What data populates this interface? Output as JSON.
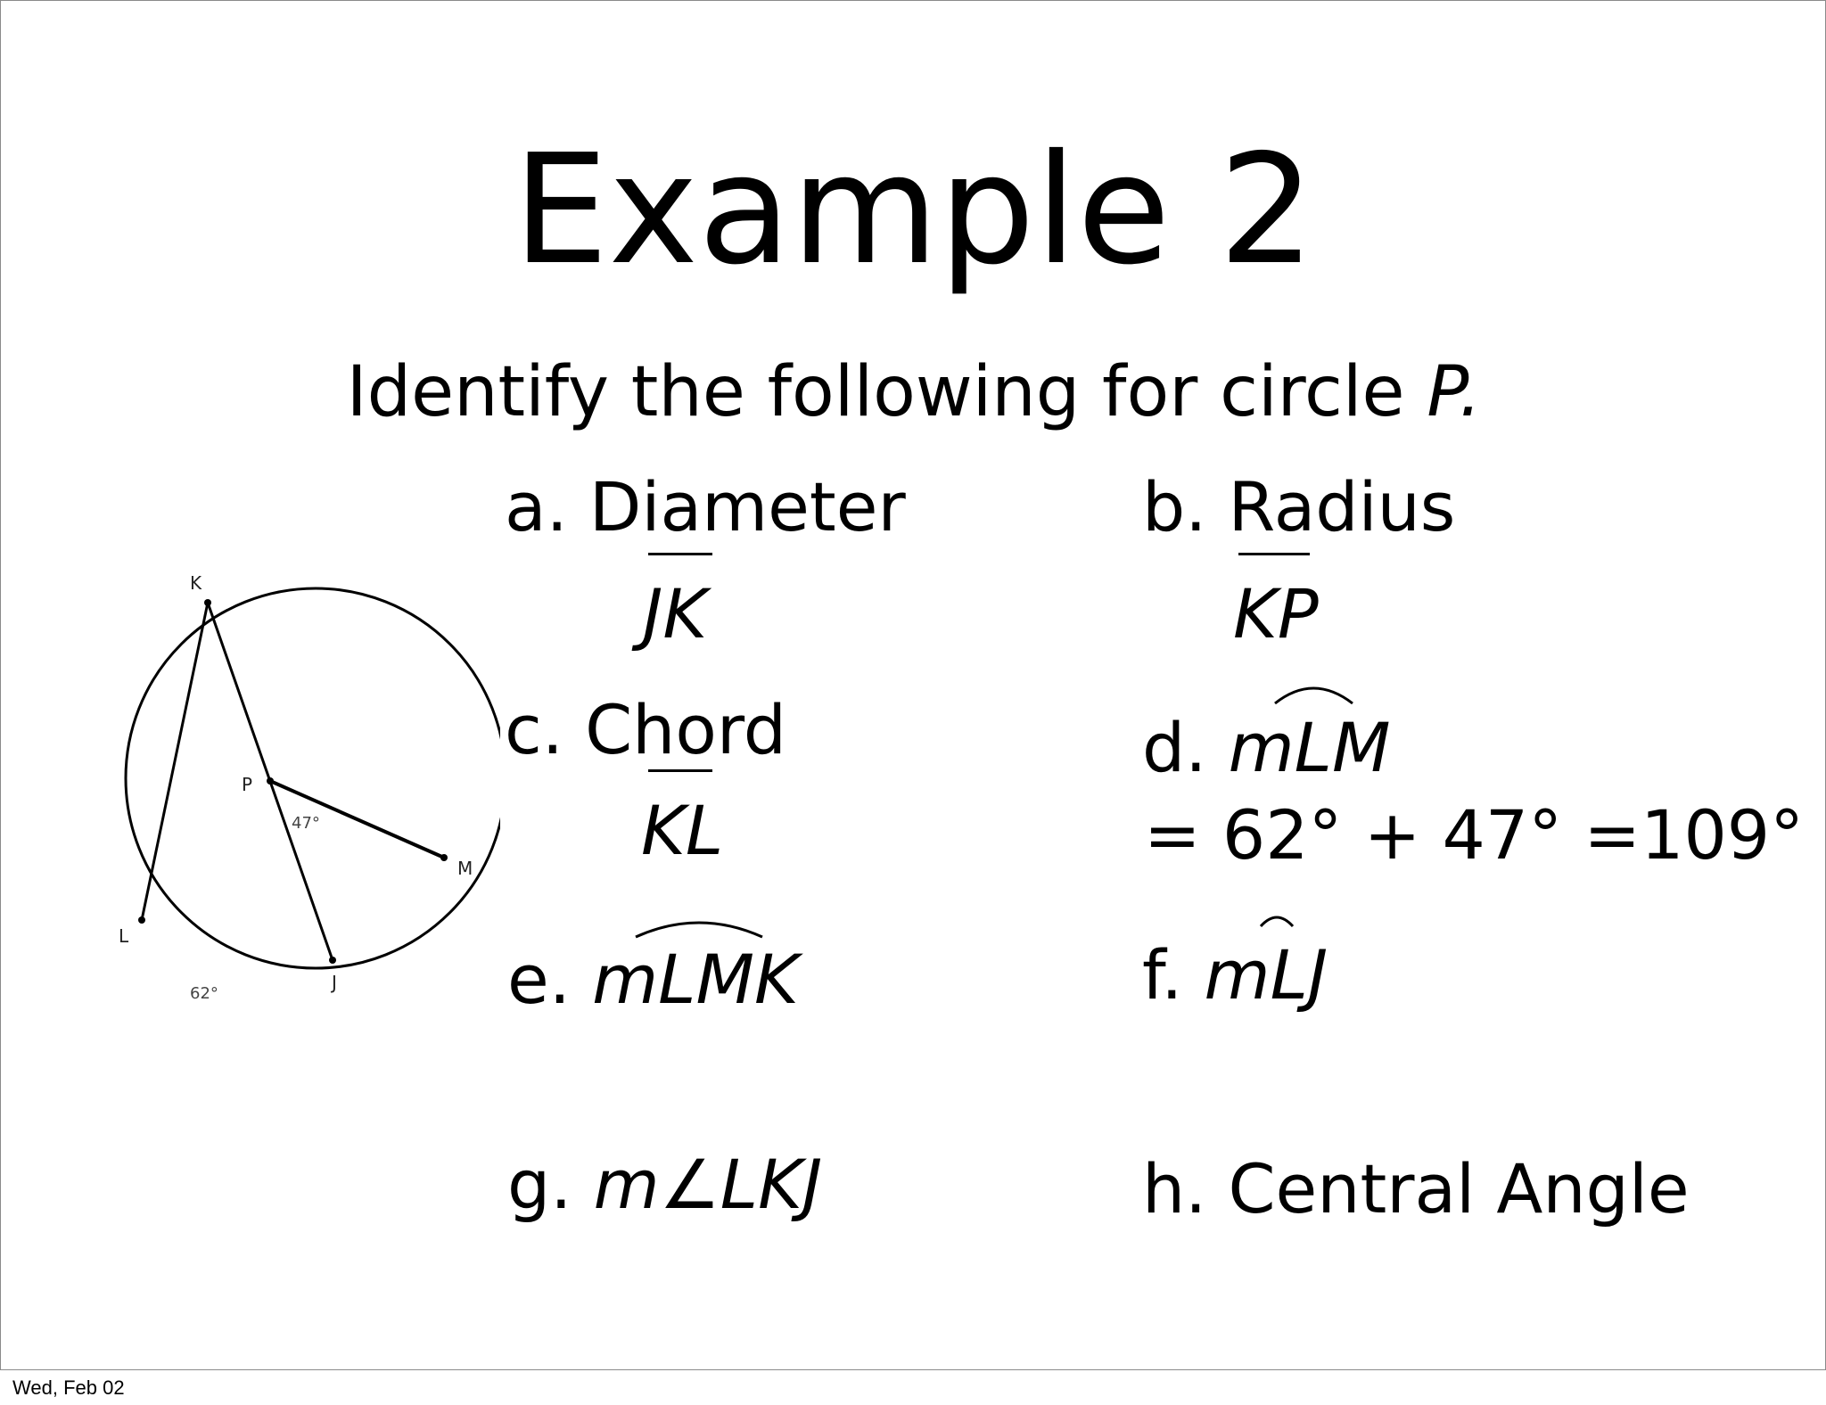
{
  "slide": {
    "title": "Example 2",
    "subtitle_prefix": "Identify the following for circle ",
    "subtitle_var": "P.",
    "items": {
      "a": {
        "label": "a. Diameter",
        "answer": "JK"
      },
      "b": {
        "label": "b. Radius",
        "answer": "KP"
      },
      "c": {
        "label": "c. Chord",
        "answer": "KL"
      },
      "d": {
        "prefix": "d. ",
        "expr": "mLM",
        "answer": "= 62° + 47° =109°"
      },
      "e": {
        "prefix": "e. ",
        "expr": "mLMK"
      },
      "f": {
        "prefix": "f. ",
        "expr": "mLJ"
      },
      "g": {
        "prefix": "g. ",
        "expr": "m∠LKJ"
      },
      "h": {
        "label": "h. Central Angle"
      }
    }
  },
  "diagram": {
    "point_labels": {
      "K": "K",
      "P": "P",
      "M": "M",
      "L": "L",
      "J": "J"
    },
    "angle_label": "47°",
    "arc_label": "62°"
  },
  "footer": {
    "date": "Wed, Feb 02"
  }
}
